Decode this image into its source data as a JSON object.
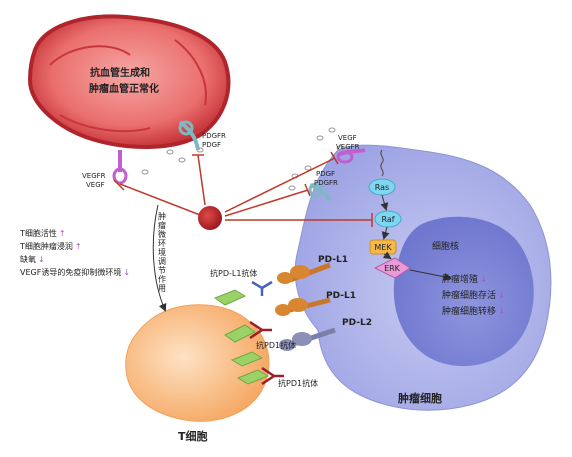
{
  "vessel": {
    "line1": "抗血管生成和",
    "line2": "肿瘤血管正常化"
  },
  "receptors": {
    "pdgfr_top": "PDGFR",
    "pdgf_top": "PDGF",
    "vegfr_left": "VEGFR",
    "vegf_left": "VEGF",
    "vegf_right": "VEGF",
    "vegfr_right": "VEGFR",
    "pdgf_right": "PDGF",
    "pdgfr_right": "PDGFR"
  },
  "microenv": {
    "vertical_label": "肿瘤微环境调节作用",
    "effects": [
      {
        "text": "T细胞活性",
        "arrow": "↑"
      },
      {
        "text": "T细胞肿瘤浸润",
        "arrow": "↑"
      },
      {
        "text": "缺氧",
        "arrow": "↓"
      },
      {
        "text": "VEGF诱导的免疫抑制微环境",
        "arrow": "↓"
      }
    ]
  },
  "pathway": {
    "ras": "Ras",
    "raf": "Raf",
    "mek": "MEK",
    "erk": "ERK",
    "nucleus": "细胞核",
    "outcomes": [
      {
        "text": "肿瘤增殖",
        "arrow": "↓"
      },
      {
        "text": "肿瘤细胞存活",
        "arrow": "↓"
      },
      {
        "text": "肿瘤细胞转移",
        "arrow": "↓"
      }
    ]
  },
  "ligands": {
    "pdl1_a": "PD-L1",
    "pdl1_b": "PD-L1",
    "pdl2": "PD-L2"
  },
  "antibodies": {
    "anti_pdl1": "抗PD-L1抗体",
    "anti_pd1_a": "抗PD1抗体",
    "anti_pd1_b": "抗PD1抗体"
  },
  "cells": {
    "tumor": "肿瘤细胞",
    "tcell": "T细胞"
  },
  "colors": {
    "inhibit": "#c0392b",
    "up_arrow": "#a05ac8",
    "tumor_cell": "#a9aee8",
    "nucleus": "#7f87d6",
    "tcell": "#f7b77a",
    "vessel": "#d8444a"
  }
}
